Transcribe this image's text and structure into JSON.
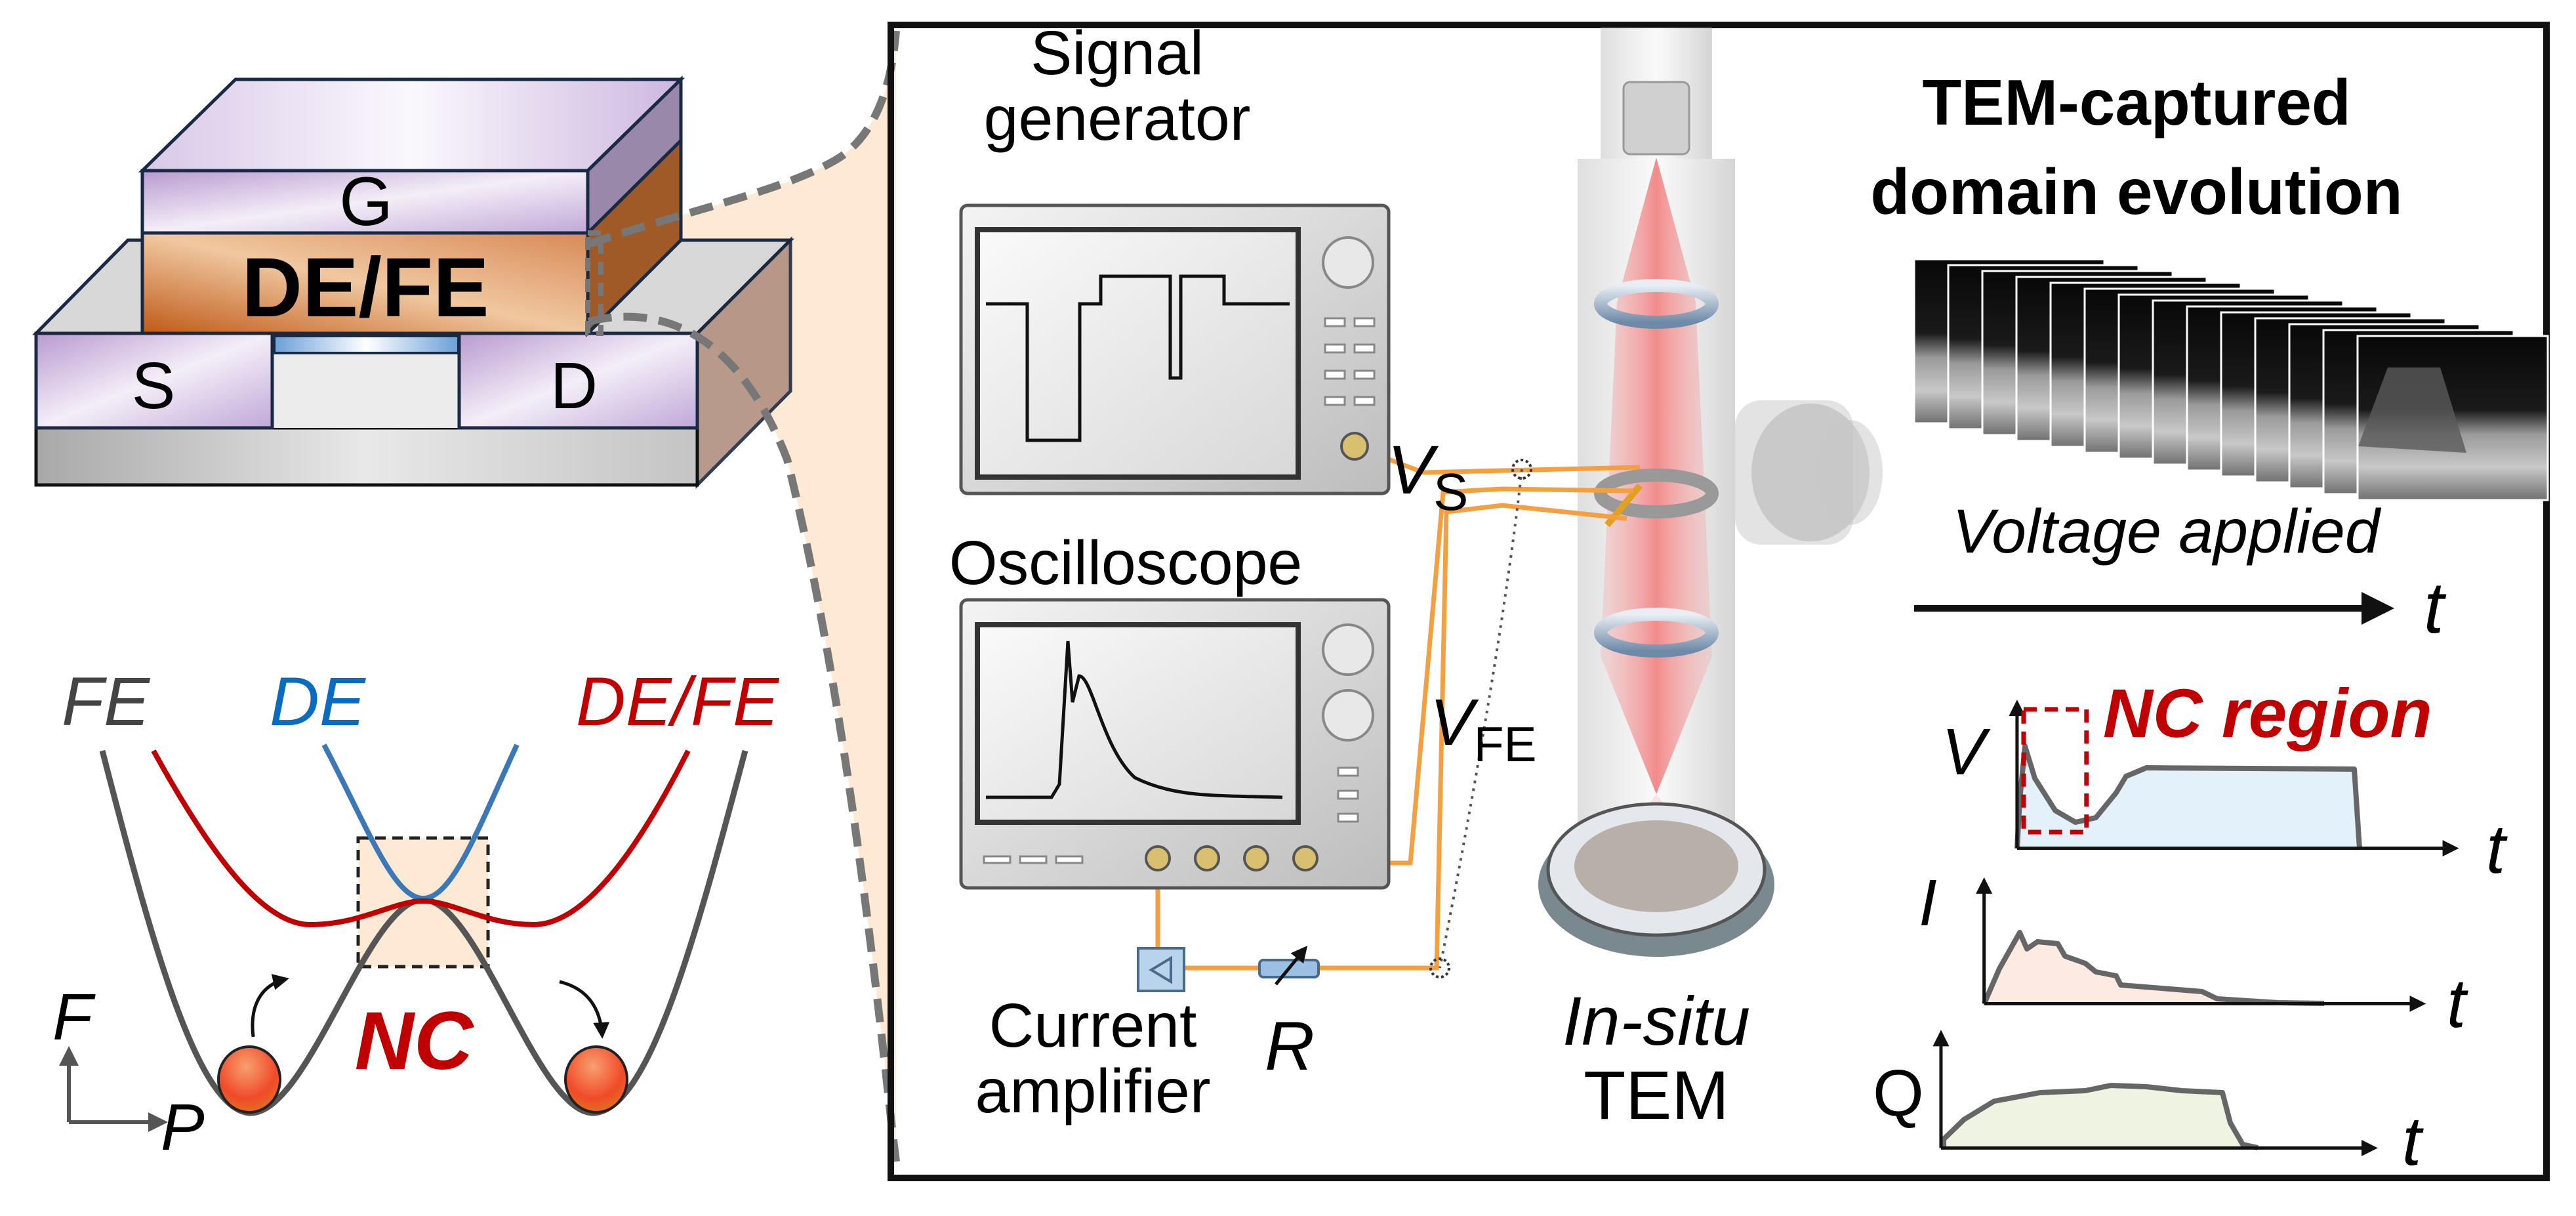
{
  "device": {
    "gate": "G",
    "stack": "DE/FE",
    "source": "S",
    "drain": "D"
  },
  "energy_plot": {
    "fe_label": "FE",
    "de_label": "DE",
    "defe_label": "DE/FE",
    "nc_label": "NC",
    "y_axis": "F",
    "x_axis": "P",
    "colors": {
      "fe": "#555555",
      "de": "#3a78b8",
      "defe": "#c00000",
      "ball": "#f05030",
      "box": "#fde9d4"
    }
  },
  "setup": {
    "signal_generator": [
      "Signal",
      "generator"
    ],
    "oscilloscope": "Oscilloscope",
    "vs_main": "V",
    "vs_sub": "S",
    "vfe_main": "V",
    "vfe_sub": "FE",
    "current_amplifier": [
      "Current",
      "amplifier"
    ],
    "resistor": "R",
    "tem": [
      "In-situ",
      "TEM"
    ],
    "wire_color": "#f5a040"
  },
  "tem_panel": {
    "title": [
      "TEM-captured",
      "domain evolution"
    ],
    "voltage_applied": "Voltage applied",
    "time_label": "t",
    "frame_count": 14
  },
  "waveforms": {
    "nc_region": "NC region",
    "v_label": "V",
    "i_label": "I",
    "q_label": "Q",
    "t_label": "t",
    "colors": {
      "v_fill": "#e3f2fa",
      "i_fill": "#fdebe3",
      "q_fill": "#eef3e2",
      "nc": "#c00000"
    }
  }
}
